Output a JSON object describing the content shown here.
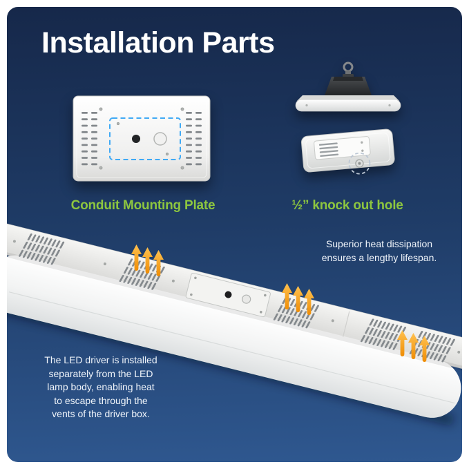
{
  "page": {
    "title": "Installation Parts"
  },
  "top_section": {
    "left_caption": "Conduit Mounting Plate",
    "right_caption": "½” knock out hole"
  },
  "bottom_section": {
    "heat_note": "Superior heat dissipation\nensures a lengthy lifespan.",
    "driver_note": "The LED driver is installed\nseparately from the LED\nlamp body, enabling heat\nto escape through the\nvents of the driver box."
  },
  "icons": {
    "heat_arrows": "orange-up-arrows",
    "eyebolt": "hanging-hook-ring",
    "conduit_highlight": "blue-dashed-rectangle",
    "knockout_highlight": "dashed-circle"
  },
  "colors": {
    "panel_top": "#16284a",
    "panel_bottom": "#2f5890",
    "caption_green": "#8dc63f",
    "arrow_orange": "#f7941d",
    "highlight_blue": "#3fa9f5",
    "text_white": "#ffffff"
  }
}
